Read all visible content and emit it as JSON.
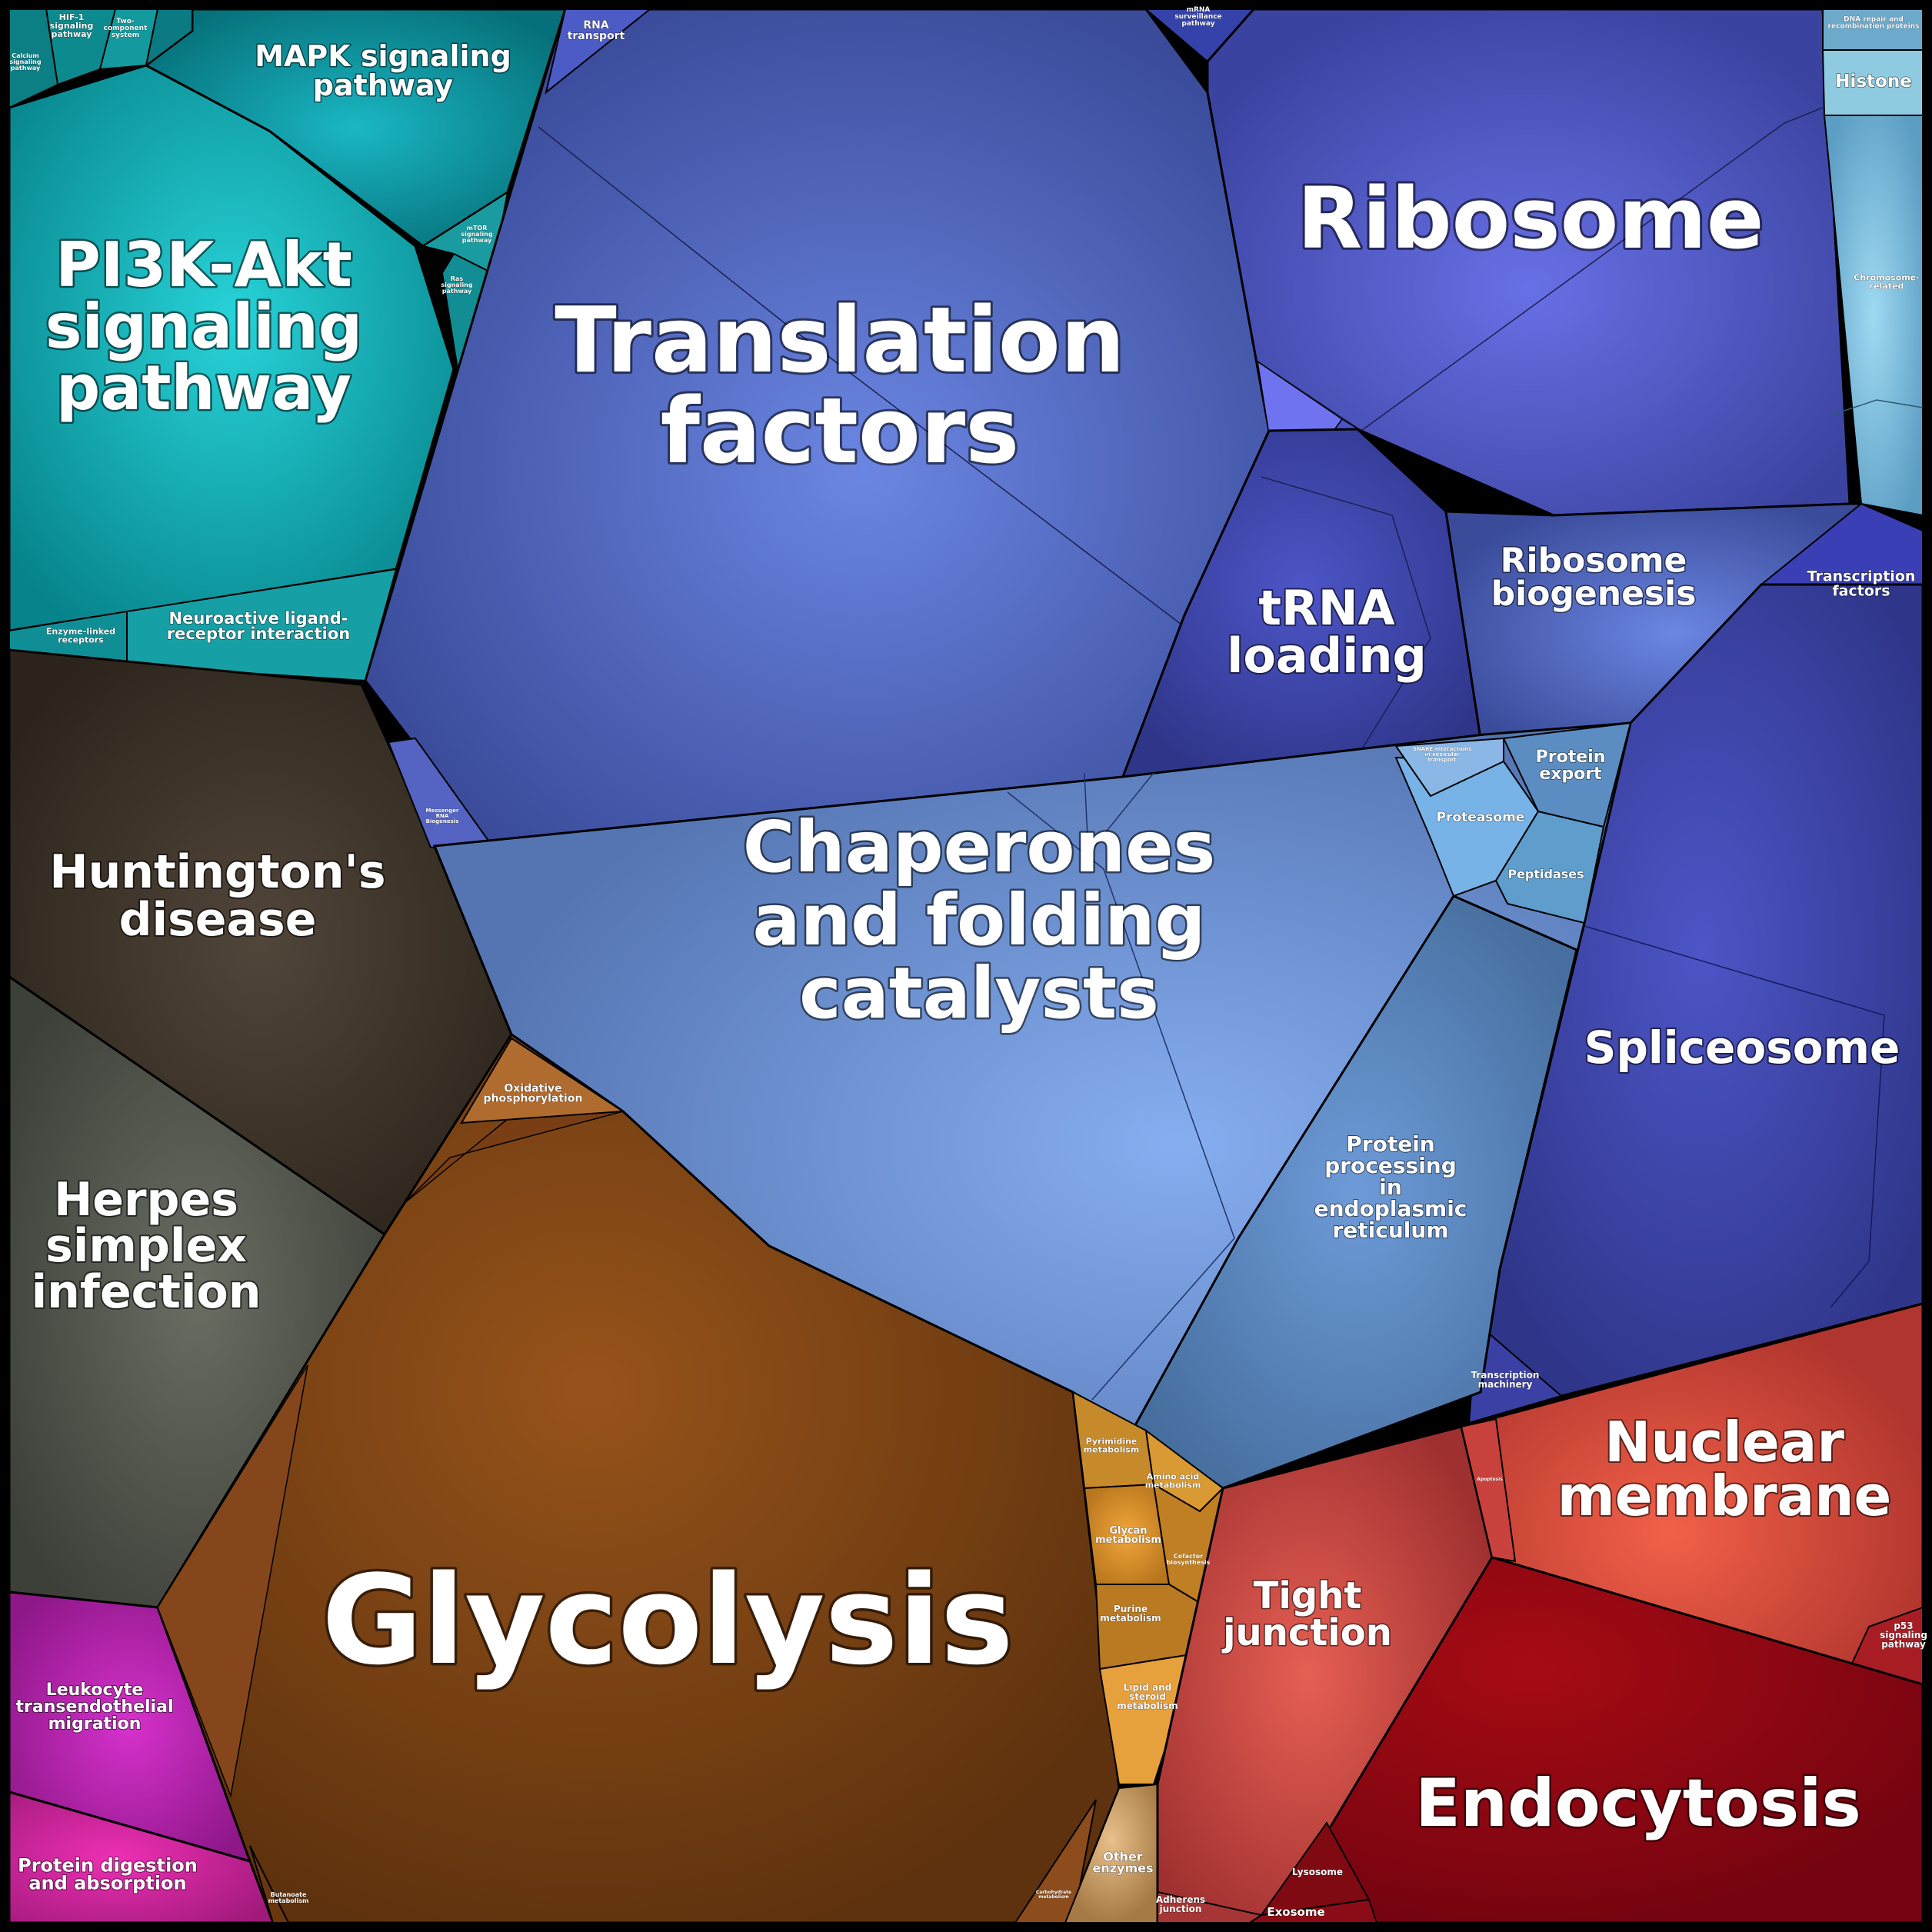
{
  "colors": {
    "teal": "#0a8d94",
    "dark_brown": "#362c22",
    "grey": "#4d5046",
    "magenta": "#b11fa7",
    "blue": "#4456ad",
    "indigo": "#3d45a4",
    "steel_blue": "#5c7fbc",
    "brown": "#7a4112",
    "amber": "#c4821c",
    "red": "#b63a3a",
    "dark_red": "#8a0612"
  },
  "labels": {
    "translation_factors": [
      "Translation",
      "factors"
    ],
    "ribosome": [
      "Ribosome"
    ],
    "glycolysis": [
      "Glycolysis"
    ],
    "chaperones": [
      "Chaperones",
      "and folding",
      "catalysts"
    ],
    "pi3k_akt": [
      "PI3K-Akt",
      "signaling",
      "pathway"
    ],
    "mapk": [
      "MAPK signaling",
      "pathway"
    ],
    "huntingtons": [
      "Huntington's",
      "disease"
    ],
    "herpes": [
      "Herpes",
      "simplex",
      "infection"
    ],
    "spliceosome": [
      "Spliceosome"
    ],
    "trna_loading": [
      "tRNA",
      "loading"
    ],
    "ribosome_biogenesis": [
      "Ribosome",
      "biogenesis"
    ],
    "nuclear_membrane": [
      "Nuclear",
      "membrane"
    ],
    "endocytosis": [
      "Endocytosis"
    ],
    "tight_junction": [
      "Tight",
      "junction"
    ],
    "protein_processing_er": [
      "Protein",
      "processing",
      "in",
      "endoplasmic",
      "reticulum"
    ],
    "leukocyte": [
      "Leukocyte",
      "transendothelial",
      "migration"
    ],
    "protein_digestion": [
      "Protein digestion",
      "and absorption"
    ],
    "neuroactive": [
      "Neuroactive ligand-",
      "receptor interaction"
    ],
    "histone": [
      "Histone"
    ],
    "transcription_factors": [
      "Transcription",
      "factors"
    ],
    "protein_export": [
      "Protein",
      "export"
    ],
    "proteasome": [
      "Proteasome"
    ],
    "peptidases": [
      "Peptidases"
    ],
    "oxidative_phosphorylation": [
      "Oxidative",
      "phosphorylation"
    ],
    "pyrimidine_metabolism": [
      "Pyrimidine",
      "metabolism"
    ],
    "amino_acid_metabolism": [
      "Amino acid",
      "metabolism"
    ],
    "glycan_metabolism": [
      "Glycan",
      "metabolism"
    ],
    "cofactor_biosynthesis": [
      "Cofactor",
      "biosynthesis"
    ],
    "purine_metabolism": [
      "Purine",
      "metabolism"
    ],
    "lipid_steroid_metabolism": [
      "Lipid and",
      "steroid",
      "metabolism"
    ],
    "other_enzymes": [
      "Other",
      "enzymes"
    ],
    "enzyme_linked": [
      "Enzyme-linked",
      "receptors"
    ],
    "rna_transport": [
      "RNA",
      "transport"
    ],
    "mrna_surveillance": [
      "mRNA",
      "surveillance",
      "pathway"
    ],
    "dna_repair": [
      "DNA repair and",
      "recombination proteins"
    ],
    "chromosome_related": [
      "Chromosome-",
      "related"
    ],
    "hif1": [
      "HIF-1",
      "signaling",
      "pathway"
    ],
    "two_component": [
      "Two-",
      "component",
      "system"
    ],
    "calcium": [
      "Calcium",
      "signaling",
      "pathway"
    ],
    "mtor": [
      "mTOR",
      "signaling",
      "pathway"
    ],
    "ras": [
      "Ras",
      "signaling",
      "pathway"
    ],
    "messenger_rna_biogenesis": [
      "Messenger",
      "RNA",
      "Biogenesis"
    ],
    "snare": [
      "SNARE interactions",
      "in vesicular",
      "transport"
    ],
    "transcription_machinery": [
      "Transcription",
      "machinery"
    ],
    "apoptosis": [
      "Apoptosis"
    ],
    "p53": [
      "p53",
      "signaling",
      "pathway"
    ],
    "lysosome": [
      "Lysosome"
    ],
    "exosome": [
      "Exosome"
    ],
    "adherens_junction": [
      "Adherens",
      "junction"
    ],
    "butanoate": [
      "Butanoate",
      "metabolism"
    ],
    "carbohydrate": [
      "Carbohydrate",
      "metabolism"
    ]
  }
}
